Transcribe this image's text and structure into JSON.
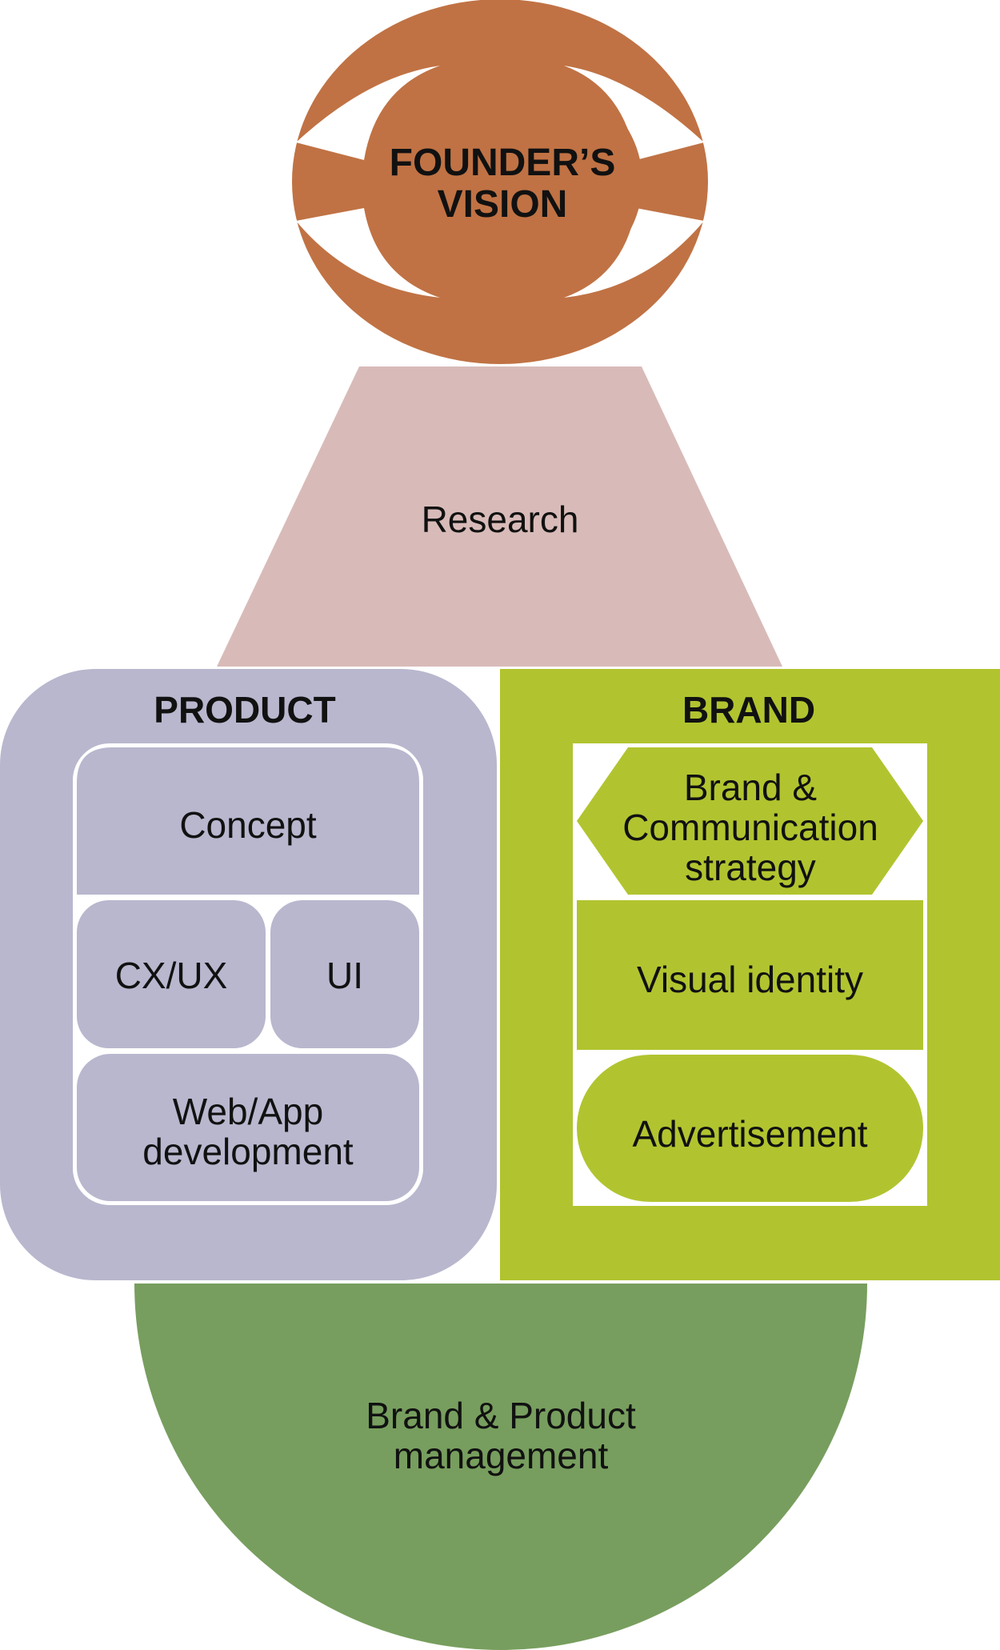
{
  "colors": {
    "vision": "#C07244",
    "research": "#D8BBB8",
    "product": "#B8B7CE",
    "brand": "#B1C42F",
    "management": "#779E5E",
    "white": "#FFFFFF"
  },
  "vision": {
    "label": "FOUNDER’S\nVISION"
  },
  "research": {
    "label": "Research"
  },
  "product": {
    "title": "PRODUCT",
    "concept": "Concept",
    "cxux": "CX/UX",
    "ui": "UI",
    "webapp": "Web/App\ndevelopment"
  },
  "brand": {
    "title": "BRAND",
    "strategy": "Brand &\nCommunication\nstrategy",
    "visual_identity": "Visual identity",
    "advertisement": "Advertisement"
  },
  "management": {
    "label": "Brand & Product\nmanagement"
  }
}
